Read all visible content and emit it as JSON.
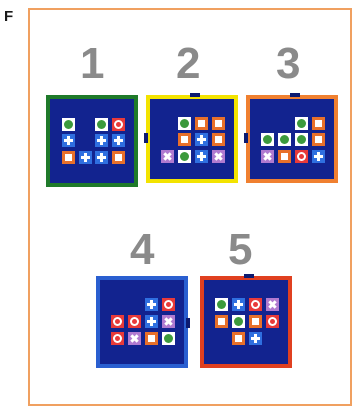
{
  "panel_letter": "F",
  "colors": {
    "card_blue": "#12238f",
    "border_card1": "#1f7a2a",
    "border_card2": "#f3e300",
    "border_card3": "#f08030",
    "border_card4": "#2a5fd0",
    "border_card5": "#e04020",
    "frame": "#f0a060"
  },
  "cards": [
    {
      "number": "1",
      "border": "green"
    },
    {
      "number": "2",
      "border": "yellow"
    },
    {
      "number": "3",
      "border": "orange"
    },
    {
      "number": "4",
      "border": "blue"
    },
    {
      "number": "5",
      "border": "red"
    }
  ],
  "tile_types": [
    "orange-square",
    "green-circle",
    "red-ring",
    "blue-plus",
    "purple-x"
  ]
}
